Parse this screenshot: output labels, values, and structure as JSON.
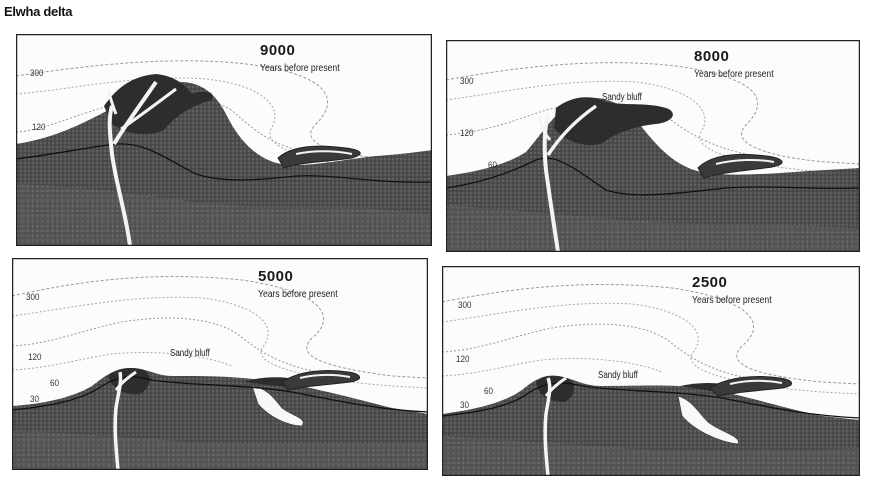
{
  "title": "Elwha delta",
  "panels": [
    {
      "year": "9000",
      "subtitle": "Years before present",
      "contours": [
        "300",
        "120"
      ]
    },
    {
      "year": "8000",
      "subtitle": "Years before present",
      "feature_label": "Sandy bluff",
      "contours": [
        "300",
        "120",
        "60"
      ]
    },
    {
      "year": "5000",
      "subtitle": "Years before present",
      "feature_label": "Sandy bluff",
      "contours": [
        "300",
        "120",
        "60",
        "30"
      ]
    },
    {
      "year": "2500",
      "subtitle": "Years before present",
      "feature_label": "Sandy bluff",
      "contours": [
        "300",
        "120",
        "60",
        "30"
      ]
    }
  ],
  "colors": {
    "land": "#4a4a4a",
    "land_light": "#6d6d6d",
    "river": "#f4f4f4",
    "water": "#fcfcfc",
    "contour_line": "#9a9a9a",
    "frame": "#222222"
  }
}
